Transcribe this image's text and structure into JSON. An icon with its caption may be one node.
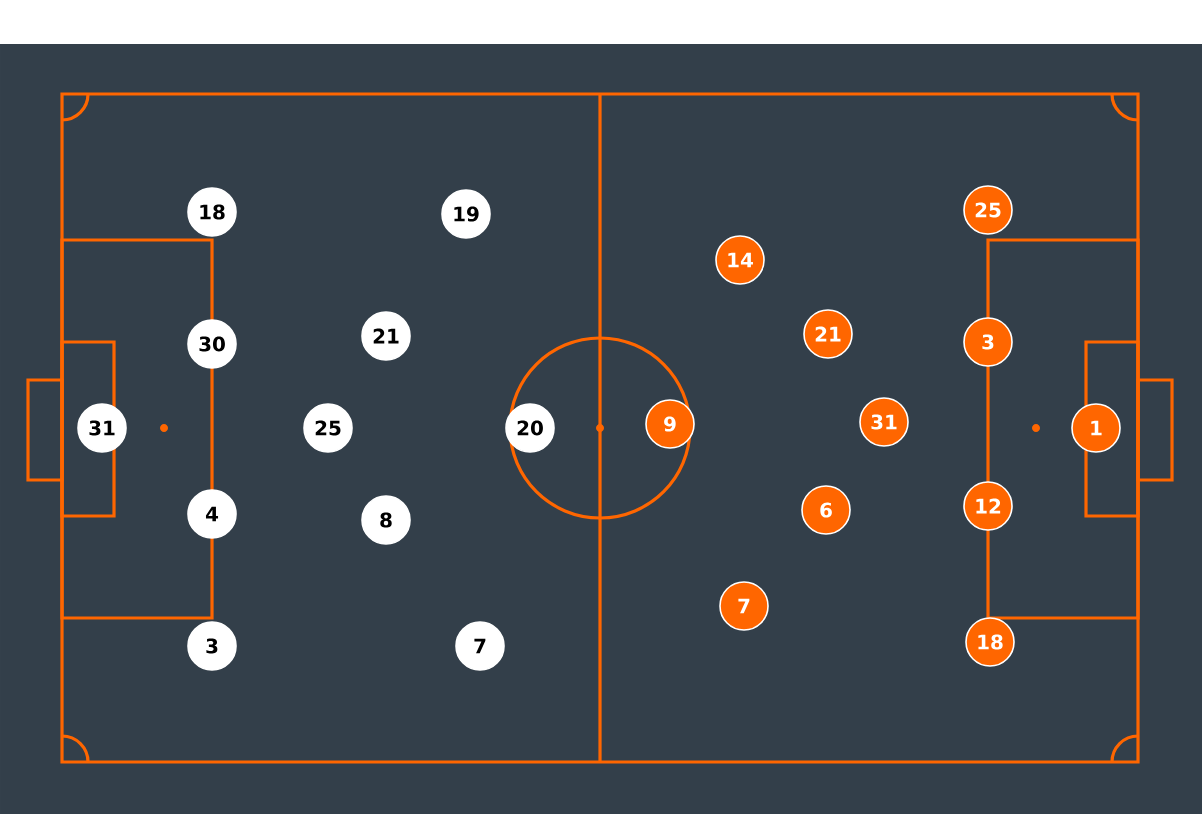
{
  "diagram": {
    "nodes": [
      {
        "text": [
          "18"
        ]
      },
      {
        "text": [
          "19"
        ]
      },
      {
        "text": [
          "30"
        ]
      },
      {
        "text": [
          "21"
        ]
      },
      {
        "text": [
          "31"
        ]
      },
      {
        "text": [
          "25"
        ]
      },
      {
        "text": [
          "20"
        ]
      },
      {
        "text": [
          "4"
        ]
      },
      {
        "text": [
          "8"
        ]
      },
      {
        "text": [
          "3"
        ]
      },
      {
        "text": [
          "7"
        ]
      },
      {
        "text": [
          "25"
        ]
      },
      {
        "text": [
          "14"
        ]
      },
      {
        "text": [
          "21"
        ]
      },
      {
        "text": [
          "3"
        ]
      },
      {
        "text": [
          "9"
        ]
      },
      {
        "text": [
          "31"
        ]
      },
      {
        "text": [
          "1"
        ]
      },
      {
        "text": [
          "6"
        ]
      },
      {
        "text": [
          "12"
        ]
      },
      {
        "text": [
          "7"
        ]
      },
      {
        "text": [
          "18"
        ]
      }
    ]
  }
}
